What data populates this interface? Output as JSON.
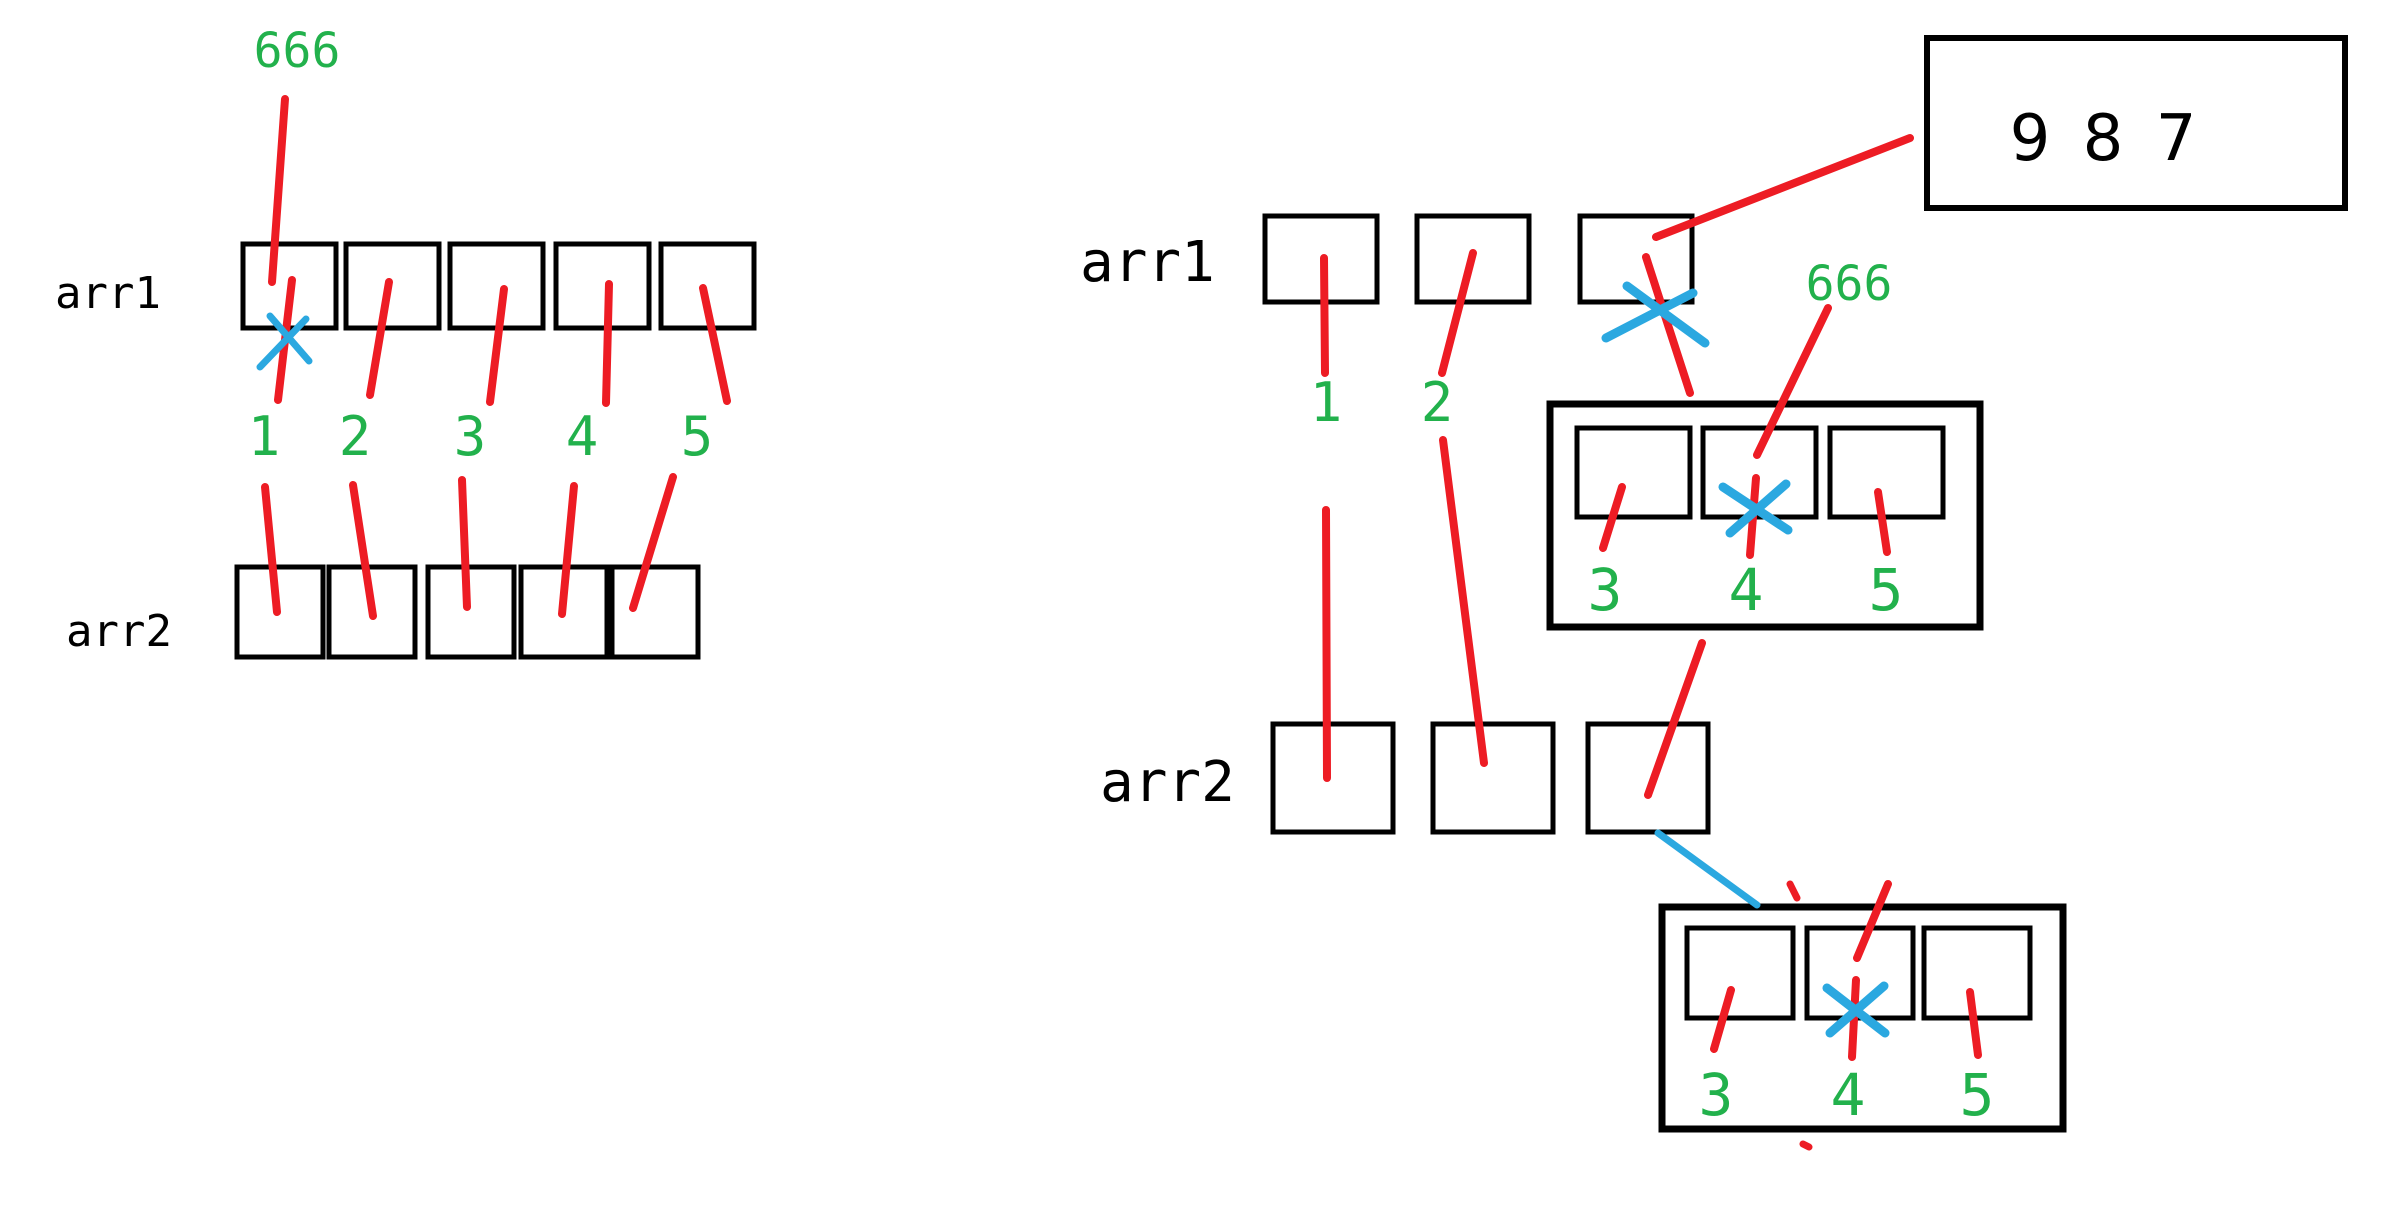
{
  "colors": {
    "red": "#ED1C24",
    "green": "#22B14C",
    "blue": "#2BA8E0",
    "black": "#000000"
  },
  "left": {
    "array1_label": "arr1",
    "array2_label": "arr2",
    "overwrite_value": "666",
    "index_labels": [
      "1",
      "2",
      "3",
      "4",
      "5"
    ]
  },
  "right": {
    "array1_label": "arr1",
    "array2_label": "arr2",
    "overwrite_value": "666",
    "boxed_values": "9 8 7",
    "copied_index_labels": [
      "1",
      "2"
    ],
    "nested_upper_labels": [
      "3",
      "4",
      "5"
    ],
    "nested_lower_labels": [
      "3",
      "4",
      "5"
    ]
  }
}
